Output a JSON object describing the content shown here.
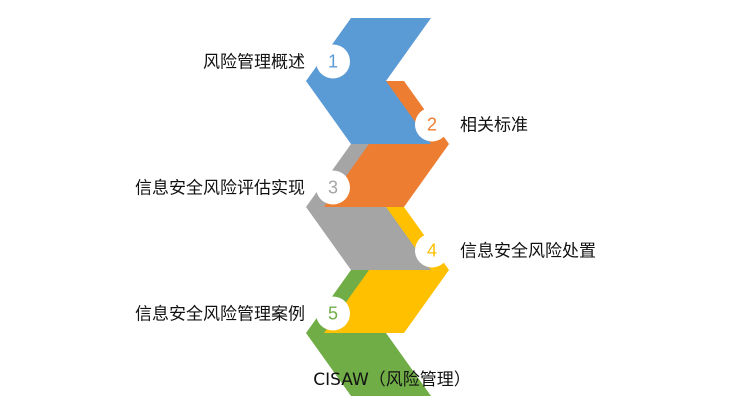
{
  "steps": [
    {
      "number": "1",
      "label": "风险管理概述",
      "color": "#5B9BD5",
      "side": "left"
    },
    {
      "number": "2",
      "label": "相关标准",
      "color": "#ED7D31",
      "side": "right"
    },
    {
      "number": "3",
      "label": "信息安全风险评估实现",
      "color": "#A5A5A5",
      "side": "left"
    },
    {
      "number": "4",
      "label": "信息安全风险处置",
      "color": "#FFC000",
      "side": "right"
    },
    {
      "number": "5",
      "label": "信息安全风险管理案例",
      "color": "#70AD47",
      "side": "left"
    }
  ],
  "caption": "CISAW（风险管理）"
}
